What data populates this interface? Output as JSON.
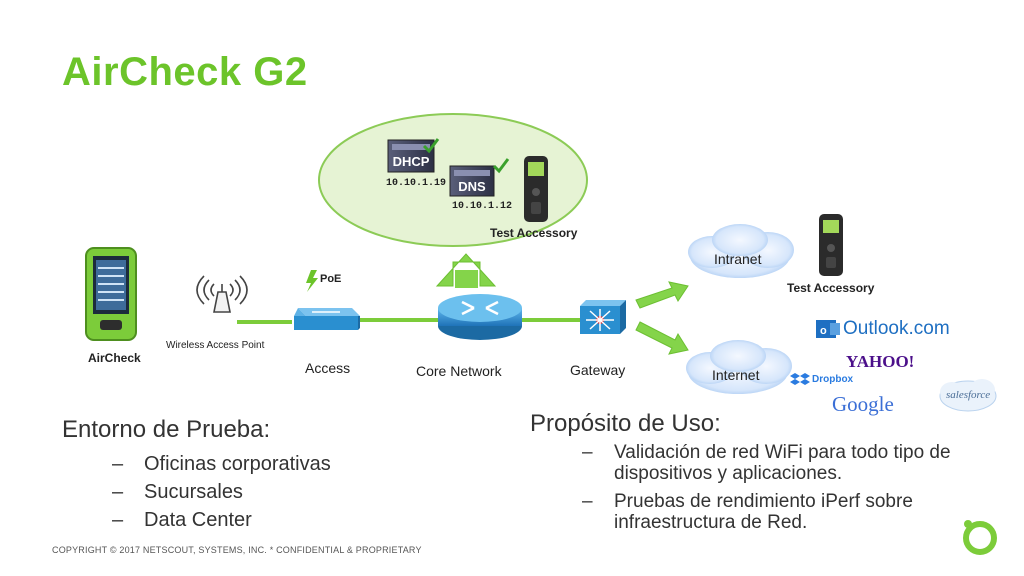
{
  "title": "AirCheck G2",
  "diagram": {
    "servers": [
      {
        "name": "DHCP",
        "ip": "10.10.1.19"
      },
      {
        "name": "DNS",
        "ip": "10.10.1.12"
      }
    ],
    "test_accessory_top": "Test Accessory",
    "test_accessory_right": "Test Accessory",
    "aircheck": "AirCheck",
    "wireless_ap": "Wireless Access Point",
    "poe": "PoE",
    "access": "Access",
    "core_network": "Core Network",
    "gateway": "Gateway",
    "intranet": "Intranet",
    "internet": "Internet",
    "services": {
      "outlook": "Outlook.com",
      "yahoo": "YAHOO!",
      "dropbox": "Dropbox",
      "google": "Google",
      "salesforce": "salesforce"
    }
  },
  "environment": {
    "heading": "Entorno de Prueba:",
    "items": [
      "Oficinas corporativas",
      "Sucursales",
      "Data Center"
    ]
  },
  "purpose": {
    "heading": "Propósito de Uso:",
    "items": [
      "Validación de red WiFi para todo tipo de dispositivos y aplicaciones.",
      "Pruebas de rendimiento iPerf sobre infraestructura de Red."
    ]
  },
  "bullet_dash": "–",
  "copyright": "COPYRIGHT © 2017 NETSCOUT, SYSTEMS, INC. * CONFIDENTIAL & PROPRIETARY",
  "colors": {
    "brand_green": "#6cc42a",
    "link_green": "#7ccc3a",
    "switch_blue": "#2a8fd0"
  }
}
